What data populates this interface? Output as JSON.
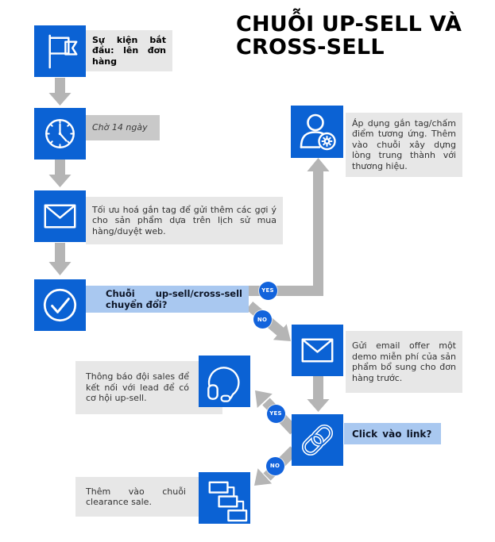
{
  "title": "CHUỖI UP-SELL VÀ CROSS-SELL",
  "badges": {
    "yes": "YES",
    "no": "NO"
  },
  "colors": {
    "primary_blue": "#0b62d4",
    "badge_blue": "#1263dc",
    "decision_light_blue": "#a9c8f0",
    "note_gray": "#e7e7e7",
    "wait_gray": "#c9c9c9",
    "arrow_gray": "#b5b5b5"
  },
  "nodes": {
    "start": {
      "icon": "flag-icon",
      "label": "Sự kiện bắt đầu: lên đơn hàng"
    },
    "wait": {
      "icon": "clock-icon",
      "label": "Chờ 14 ngày"
    },
    "optimize": {
      "icon": "envelope-icon",
      "label": "Tối ưu hoá gắn tag để gửi thêm các gợi ý cho sản phẩm dựa trên lịch sử mua hàng/duyệt web."
    },
    "decision1": {
      "icon": "check-circle-icon",
      "label": "Chuỗi up-sell/cross-sell chuyển đổi?"
    },
    "loyalty": {
      "icon": "person-gear-icon",
      "label": "Áp dụng gắn tag/chấm điểm tương ứng. Thêm vào chuỗi xây dựng lòng trung thành với thương hiệu."
    },
    "offer": {
      "icon": "envelope-icon",
      "label": "Gửi email offer một demo miễn phí của sản phẩm bổ sung cho đơn hàng trước."
    },
    "decision2": {
      "icon": "link-icon",
      "label": "Click vào link?"
    },
    "sales": {
      "icon": "headset-icon",
      "label": "Thông báo đội sales để kết nối với lead để có cơ hội up-sell."
    },
    "clearance": {
      "icon": "workflow-icon",
      "label": "Thêm vào chuỗi clearance sale."
    }
  }
}
